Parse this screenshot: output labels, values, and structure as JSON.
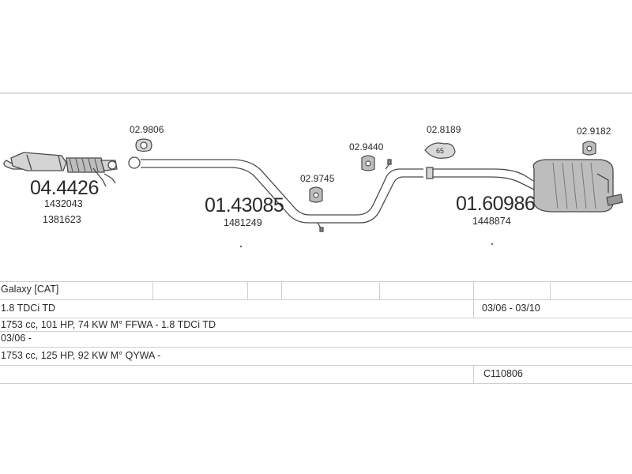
{
  "diagram": {
    "parts": [
      {
        "id": "04.4426",
        "refs": [
          "1432043",
          "1381623"
        ]
      },
      {
        "id": "01.43085",
        "refs": [
          "1481249"
        ]
      },
      {
        "id": "01.60986",
        "refs": [
          "1448874"
        ]
      }
    ],
    "small_parts": [
      "02.9806",
      "02.9440",
      "02.9745",
      "02.8189",
      "02.9182"
    ],
    "bracket_badge": "65",
    "colors": {
      "line": "#4a4a4a",
      "fill": "#bdbdbd",
      "grid": "#cfcfcf"
    }
  },
  "table": {
    "row1": {
      "model": "Galaxy  [CAT]"
    },
    "row2": {
      "engine": "1.8 TDCi TD",
      "dates": "03/06 - 03/10"
    },
    "row3": {
      "spec": "1753 cc, 101 HP, 74 KW M° FFWA - 1.8 TDCi TD"
    },
    "row4": {
      "from": "03/06 -"
    },
    "row5": {
      "spec": "1753 cc, 125 HP, 92 KW M° QYWA -"
    },
    "row6": {
      "code": "C110806"
    }
  }
}
